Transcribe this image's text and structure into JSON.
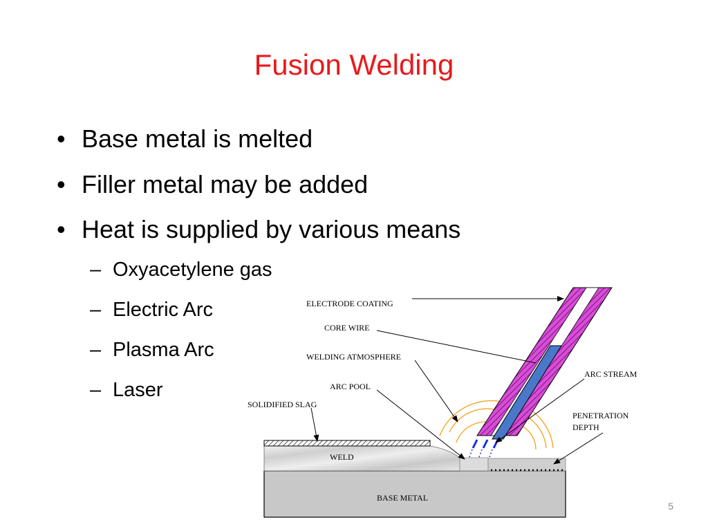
{
  "slide": {
    "title": "Fusion Welding",
    "bullets": [
      "Base metal is melted",
      "Filler metal may be added",
      "Heat is supplied by various means"
    ],
    "sub_bullets": [
      "Oxyacetylene gas",
      "Electric Arc",
      "Plasma Arc",
      "Laser"
    ],
    "bullet_char": "•",
    "dash_char": "–",
    "page_number": "5"
  },
  "diagram": {
    "labels": {
      "electrode_coating": "ELECTRODE COATING",
      "core_wire": "CORE WIRE",
      "welding_atmosphere": "WELDING ATMOSPHERE",
      "arc_pool": "ARC POOL",
      "solidified_slag": "SOLIDIFIED SLAG",
      "arc_stream": "ARC STREAM",
      "penetration_depth_line1": "PENETRATION",
      "penetration_depth_line2": "DEPTH",
      "weld": "WELD",
      "base_metal": "BASE METAL"
    }
  },
  "colors": {
    "title": "#e8191c",
    "electrode_coating": "#cc33cc",
    "core_wire": "#4a78c8",
    "arc_arcs": "#f5a623",
    "arc_stream": "#1a2fe0"
  }
}
